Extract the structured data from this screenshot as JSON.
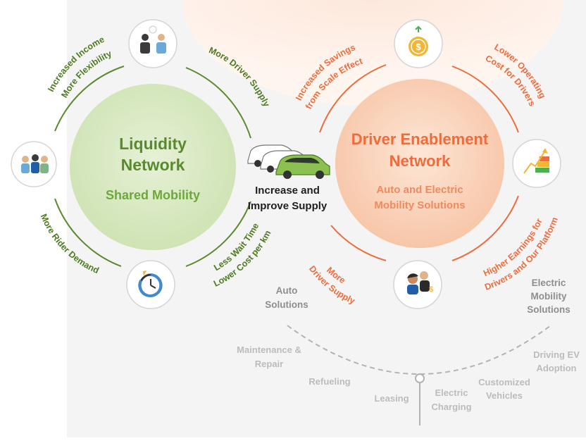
{
  "left_network": {
    "title_line1": "Liquidity",
    "title_line2": "Network",
    "subtitle": "Shared Mobility",
    "arc_labels": {
      "top_left_1": "Increased Income",
      "top_left_2": "More Flexibility",
      "top_right": "More Driver Supply",
      "bottom_left": "More Rider Demand",
      "bottom_right_1": "Less Wait Time",
      "bottom_right_2": "Lower Cost per km"
    },
    "icons": [
      "handshake-people-icon",
      "group-people-icon",
      "stopwatch-icon"
    ]
  },
  "center": {
    "line1": "Increase and",
    "line2": "Improve Supply",
    "icon": "cars-icon"
  },
  "right_network": {
    "title_line1": "Driver Enablement",
    "title_line2": "Network",
    "subtitle_line1": "Auto and Electric",
    "subtitle_line2": "Mobility Solutions",
    "arc_labels": {
      "top_left_1": "Increased Savings",
      "top_left_2": "from Scale Effect",
      "top_right_1": "Lower Operating",
      "top_right_2": "Cost for Drivers",
      "bottom_left_1": "More",
      "bottom_left_2": "Driver Supply",
      "bottom_right_1": "Higher Earnings for",
      "bottom_right_2": "Drivers and Our Platform"
    },
    "icons": [
      "coin-icon",
      "growth-chart-icon",
      "drivers-icon"
    ]
  },
  "solutions": {
    "auto_line1": "Auto",
    "auto_line2": "Solutions",
    "electric_line1": "Electric",
    "electric_line2": "Mobility",
    "electric_line3": "Solutions",
    "maintenance_line1": "Maintenance &",
    "maintenance_line2": "Repair",
    "refueling": "Refueling",
    "leasing": "Leasing",
    "charging_line1": "Electric",
    "charging_line2": "Charging",
    "customized_line1": "Customized",
    "customized_line2": "Vehicles",
    "ev_line1": "Driving EV",
    "ev_line2": "Adoption"
  },
  "colors": {
    "green": "#5a8a2e",
    "green_light": "#cfe3b4",
    "orange": "#ee6c3c",
    "orange_light": "#f8c9ad",
    "gray_text": "#9a9a9a",
    "dark": "#1e1e1e"
  }
}
